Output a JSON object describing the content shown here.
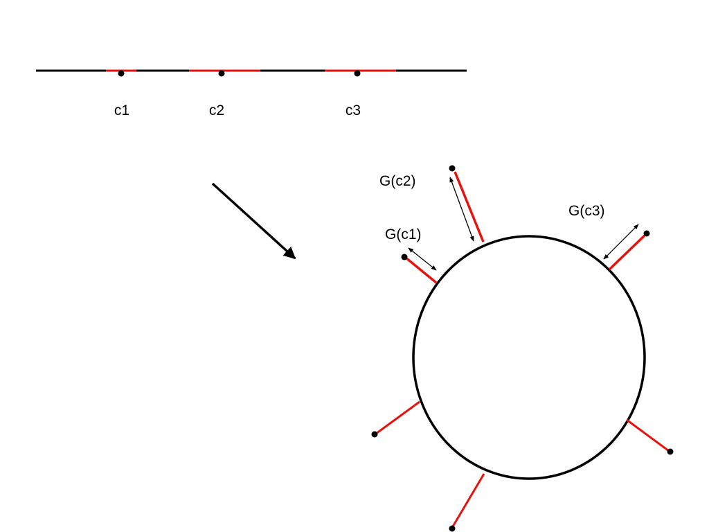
{
  "colors": {
    "line": "#000000",
    "highlight": "#e8120c",
    "background": "#ffffff"
  },
  "top_line": {
    "points": [
      {
        "label": "c1"
      },
      {
        "label": "c2"
      },
      {
        "label": "c3"
      }
    ]
  },
  "circle": {
    "annotations": [
      {
        "label": "G(c2)"
      },
      {
        "label": "G(c3)"
      },
      {
        "label": "G(c1)"
      }
    ]
  }
}
